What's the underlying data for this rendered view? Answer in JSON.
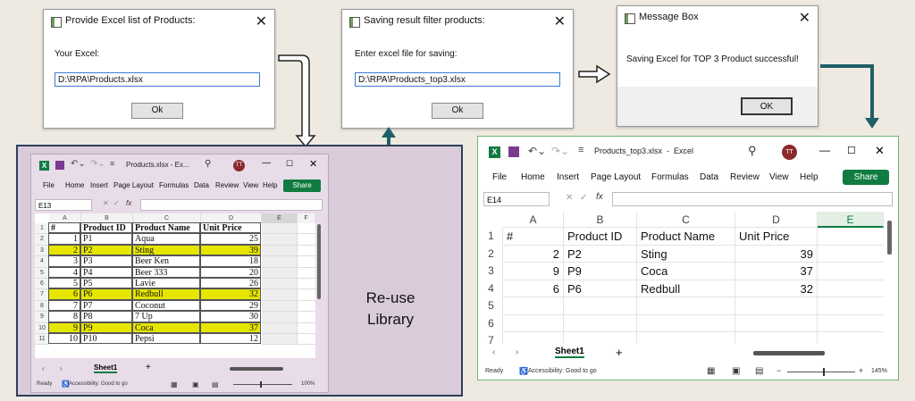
{
  "dialog1": {
    "title": "Provide Excel list of Products:",
    "label": "Your Excel:",
    "value": "D:\\RPA\\Products.xlsx",
    "ok": "Ok"
  },
  "dialog2": {
    "title": "Saving result filter products:",
    "label": "Enter excel file for saving:",
    "value": "D:\\RPA\\Products_top3.xlsx",
    "ok": "Ok"
  },
  "dialog3": {
    "title": "Message Box",
    "message": "Saving Excel for TOP 3 Product successful!",
    "ok": "OK"
  },
  "library_label_1": "Re-use",
  "library_label_2": "Library",
  "excel_small": {
    "title": "Products.xlsx - Ex...",
    "avatar": "TT",
    "menu": [
      "File",
      "Home",
      "Insert",
      "Page Layout",
      "Formulas",
      "Data",
      "Review",
      "View",
      "Help"
    ],
    "share": "Share",
    "namebox": "E13",
    "fx": "fx",
    "columns": [
      "A",
      "B",
      "C",
      "D",
      "E",
      "F"
    ],
    "rows": [
      {
        "n": "1",
        "a": "#",
        "b": "Product ID",
        "c": "Product Name",
        "d": "Unit Price",
        "hl": false,
        "hdr": true
      },
      {
        "n": "2",
        "a": "1",
        "b": "P1",
        "c": "Aqua",
        "d": "25",
        "hl": false
      },
      {
        "n": "3",
        "a": "2",
        "b": "P2",
        "c": "Sting",
        "d": "39",
        "hl": true
      },
      {
        "n": "4",
        "a": "3",
        "b": "P3",
        "c": "Beer Ken",
        "d": "18",
        "hl": false
      },
      {
        "n": "5",
        "a": "4",
        "b": "P4",
        "c": "Beer 333",
        "d": "20",
        "hl": false
      },
      {
        "n": "6",
        "a": "5",
        "b": "P5",
        "c": "Lavie",
        "d": "26",
        "hl": false
      },
      {
        "n": "7",
        "a": "6",
        "b": "P6",
        "c": "Redbull",
        "d": "32",
        "hl": true
      },
      {
        "n": "8",
        "a": "7",
        "b": "P7",
        "c": "Coconut",
        "d": "29",
        "hl": false
      },
      {
        "n": "9",
        "a": "8",
        "b": "P8",
        "c": "7 Up",
        "d": "30",
        "hl": false
      },
      {
        "n": "10",
        "a": "9",
        "b": "P9",
        "c": "Coca",
        "d": "37",
        "hl": true
      },
      {
        "n": "11",
        "a": "10",
        "b": "P10",
        "c": "Pepsi",
        "d": "12",
        "hl": false
      }
    ],
    "sheet": "Sheet1",
    "add": "+",
    "status": "Ready",
    "accessibility": "Accessibility: Good to go",
    "zoom": "100%"
  },
  "excel_big": {
    "title": "Products_top3.xlsx  -  Excel",
    "avatar": "TT",
    "menu": [
      "File",
      "Home",
      "Insert",
      "Page Layout",
      "Formulas",
      "Data",
      "Review",
      "View",
      "Help"
    ],
    "share": "Share",
    "namebox": "E14",
    "fx": "fx",
    "columns": [
      "A",
      "B",
      "C",
      "D",
      "E"
    ],
    "rows": [
      {
        "n": "1",
        "a": "#",
        "b": "Product ID",
        "c": "Product Name",
        "d": "Unit Price"
      },
      {
        "n": "2",
        "a": "2",
        "b": "P2",
        "c": "Sting",
        "d": "39"
      },
      {
        "n": "3",
        "a": "9",
        "b": "P9",
        "c": "Coca",
        "d": "37"
      },
      {
        "n": "4",
        "a": "6",
        "b": "P6",
        "c": "Redbull",
        "d": "32"
      },
      {
        "n": "5",
        "a": "",
        "b": "",
        "c": "",
        "d": ""
      },
      {
        "n": "6",
        "a": "",
        "b": "",
        "c": "",
        "d": ""
      },
      {
        "n": "7",
        "a": "",
        "b": "",
        "c": "",
        "d": ""
      }
    ],
    "sheet": "Sheet1",
    "add": "+",
    "status": "Ready",
    "accessibility": "Accessibility: Good to go",
    "zoom": "145%"
  },
  "colors": {
    "excel_green": "#107c41",
    "arrow": "#1f5f66",
    "library_bg": "#d9cbd9",
    "highlight": "#e6e600"
  }
}
